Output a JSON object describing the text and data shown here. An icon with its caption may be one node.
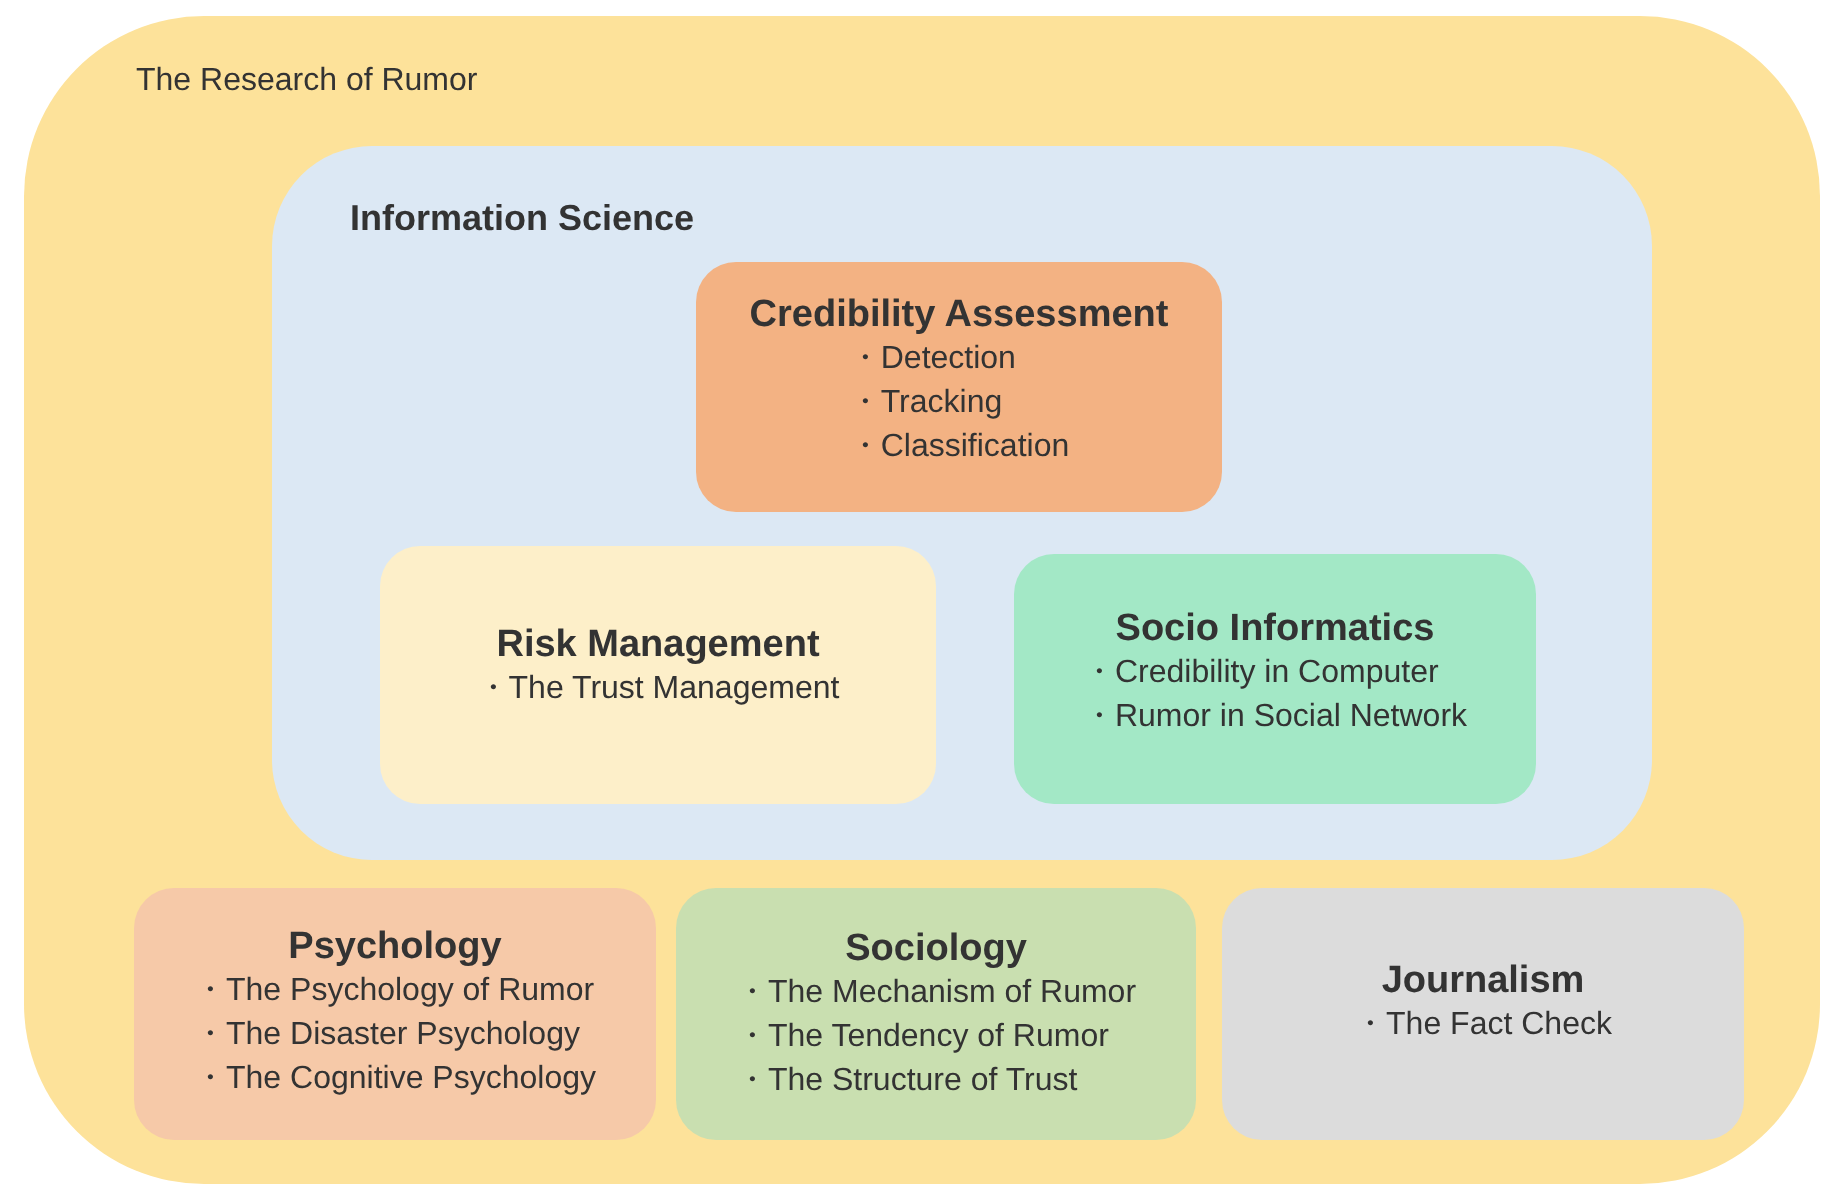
{
  "diagram": {
    "nodes": [
      {
        "text": [
          "The Research of Rumor"
        ]
      },
      {
        "text": [
          "Information Science"
        ],
        "in": 0
      },
      {
        "text": [
          "Credibility Assessment",
          "・Detection",
          "・Tracking",
          "・Classification"
        ],
        "in": 1
      },
      {
        "text": [
          "Risk Management",
          "・The Trust Management"
        ],
        "in": 1
      },
      {
        "text": [
          "Socio Informatics",
          "・Credibility in Computer",
          "・Rumor in Social Network"
        ],
        "in": 1
      },
      {
        "text": [
          "Psychology",
          "・The Psychology of Rumor",
          "・The Disaster Psychology",
          "・The Cognitive Psychology"
        ],
        "in": 0
      },
      {
        "text": [
          "Sociology",
          "・The Mechanism of Rumor",
          "・The Tendency of Rumor",
          "・The Structure of Trust"
        ],
        "in": 0
      },
      {
        "text": [
          "Journalism",
          "・The Fact Check"
        ],
        "in": 0
      }
    ]
  }
}
